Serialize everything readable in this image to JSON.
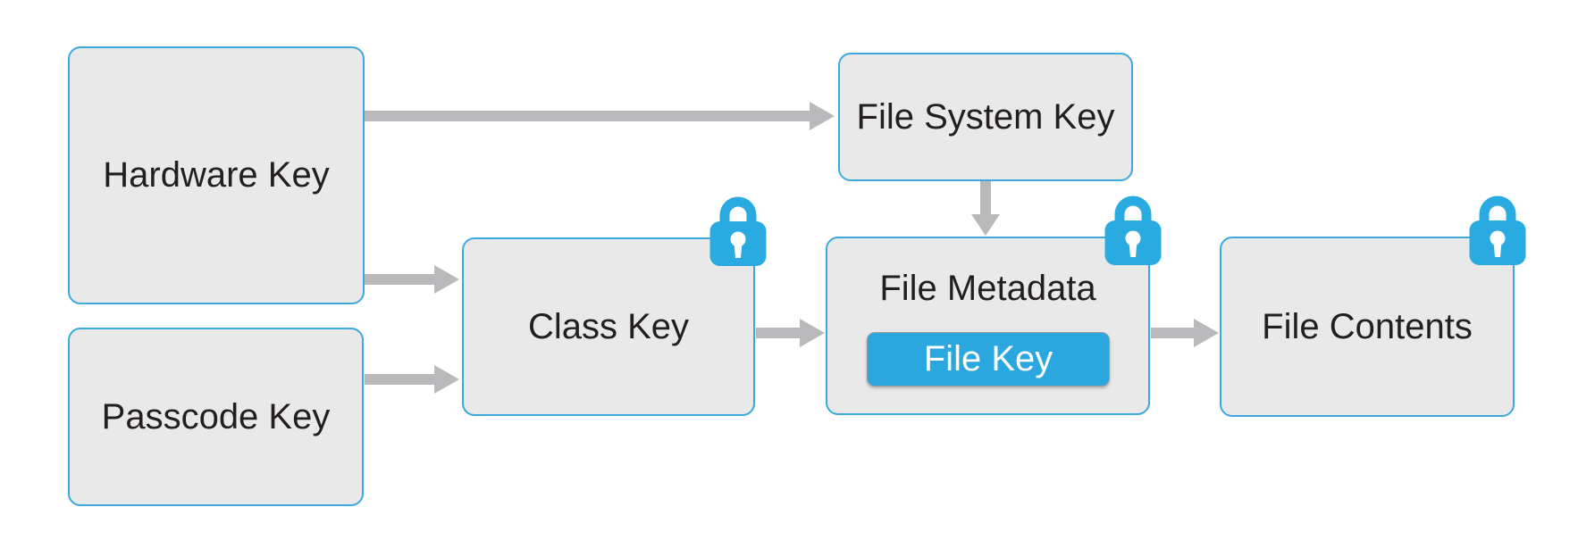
{
  "diagram": {
    "nodes": {
      "hardware_key": {
        "label": "Hardware Key",
        "locked": false
      },
      "passcode_key": {
        "label": "Passcode Key",
        "locked": false
      },
      "file_system_key": {
        "label": "File System Key",
        "locked": false
      },
      "class_key": {
        "label": "Class Key",
        "locked": true
      },
      "file_metadata": {
        "label": "File Metadata",
        "locked": true
      },
      "file_key": {
        "label": "File Key"
      },
      "file_contents": {
        "label": "File Contents",
        "locked": true
      }
    },
    "edges": [
      {
        "from": "Hardware Key",
        "to": "File System Key"
      },
      {
        "from": "Hardware Key",
        "to": "Class Key"
      },
      {
        "from": "Passcode Key",
        "to": "Class Key"
      },
      {
        "from": "Class Key",
        "to": "File Metadata"
      },
      {
        "from": "File System Key",
        "to": "File Metadata"
      },
      {
        "from": "File Metadata",
        "to": "File Contents"
      }
    ],
    "icons": {
      "lock": "lock-icon"
    },
    "colors": {
      "box_fill": "#e9e9ea",
      "box_border": "#3ca9dd",
      "arrow_gray": "#b9b9bb",
      "lock_blue": "#29abe2",
      "file_key_fill": "#2ba7e0",
      "file_key_text": "#ffffff",
      "label_text": "#231f20",
      "background": "#ffffff"
    }
  }
}
